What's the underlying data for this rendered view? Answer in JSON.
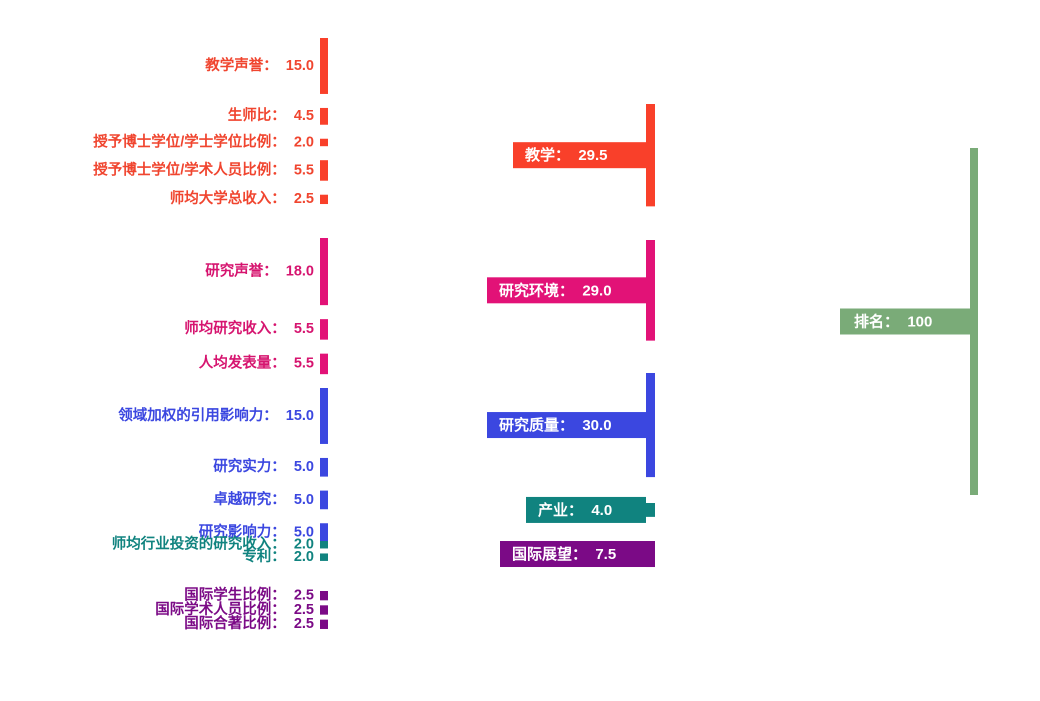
{
  "chart_data": {
    "type": "sankey",
    "title": "",
    "units": "score",
    "total": 100,
    "groups": [
      {
        "key": "teaching",
        "node_label": "教学",
        "node_value": "29.5",
        "node_text": "教学：  29.5",
        "node_color": "#f9402a",
        "link_color": "#fa9a90",
        "label_color": "#f0452f",
        "value": 29.5,
        "leaves": [
          {
            "label": "教学声誉",
            "value": 15.0,
            "text": "教学声誉：  15.0"
          },
          {
            "label": "生师比",
            "value": 4.5,
            "text": "生师比：  4.5"
          },
          {
            "label": "授予博士学位/学士学位比例",
            "value": 2.0,
            "text": "授予博士学位/学士学位比例：  2.0"
          },
          {
            "label": "授予博士学位/学术人员比例",
            "value": 5.5,
            "text": "授予博士学位/学术人员比例：  5.5"
          },
          {
            "label": "师均大学总收入",
            "value": 2.5,
            "text": "师均大学总收入：  2.5"
          }
        ]
      },
      {
        "key": "research_env",
        "node_label": "研究环境",
        "node_value": "29.0",
        "node_text": "研究环境：  29.0",
        "node_color": "#e21277",
        "link_color": "#f088bc",
        "label_color": "#d6146f",
        "value": 29.0,
        "leaves": [
          {
            "label": "研究声誉",
            "value": 18.0,
            "text": "研究声誉：  18.0"
          },
          {
            "label": "师均研究收入",
            "value": 5.5,
            "text": "师均研究收入：  5.5"
          },
          {
            "label": "人均发表量",
            "value": 5.5,
            "text": "人均发表量：  5.5"
          }
        ]
      },
      {
        "key": "research_quality",
        "node_label": "研究质量",
        "node_value": "30.0",
        "node_text": "研究质量：  30.0",
        "node_color": "#3b47e0",
        "link_color": "#aeb4fb",
        "label_color": "#3b47e0",
        "value": 30.0,
        "leaves": [
          {
            "label": "领域加权的引用影响力",
            "value": 15.0,
            "text": "领域加权的引用影响力：  15.0"
          },
          {
            "label": "研究实力",
            "value": 5.0,
            "text": "研究实力：  5.0"
          },
          {
            "label": "卓越研究",
            "value": 5.0,
            "text": "卓越研究：  5.0"
          },
          {
            "label": "研究影响力",
            "value": 5.0,
            "text": "研究影响力：  5.0"
          }
        ]
      },
      {
        "key": "industry",
        "node_label": "产业",
        "node_value": "4.0",
        "node_text": "产业：  4.0",
        "node_color": "#10837f",
        "link_color": "#73c5c0",
        "label_color": "#10837f",
        "value": 4.0,
        "leaves": [
          {
            "label": "师均行业投资的研究收入",
            "value": 2.0,
            "text": "师均行业投资的研究收入：  2.0"
          },
          {
            "label": "专利",
            "value": 2.0,
            "text": "专利：  2.0"
          }
        ]
      },
      {
        "key": "international",
        "node_label": "国际展望",
        "node_value": "7.5",
        "node_text": "国际展望：  7.5",
        "node_color": "#7b0a86",
        "link_color": "#c181c8",
        "label_color": "#7b0a86",
        "value": 7.5,
        "leaves": [
          {
            "label": "国际学生比例",
            "value": 2.5,
            "text": "国际学生比例：  2.5"
          },
          {
            "label": "国际学术人员比例",
            "value": 2.5,
            "text": "国际学术人员比例：  2.5"
          },
          {
            "label": "国际合著比例",
            "value": 2.5,
            "text": "国际合著比例：  2.5"
          }
        ]
      }
    ],
    "final_node": {
      "key": "ranking",
      "node_label": "排名",
      "node_value": "100",
      "node_text": "排名：  100",
      "node_color": "#7aab78",
      "link_color": "#c8ddc3",
      "value": 100
    }
  },
  "colors": {
    "background": "#ffffff",
    "teaching": "#f9402a",
    "research_env": "#e21277",
    "research_quality": "#3b47e0",
    "industry": "#10837f",
    "international": "#7b0a86",
    "ranking": "#7aab78"
  }
}
